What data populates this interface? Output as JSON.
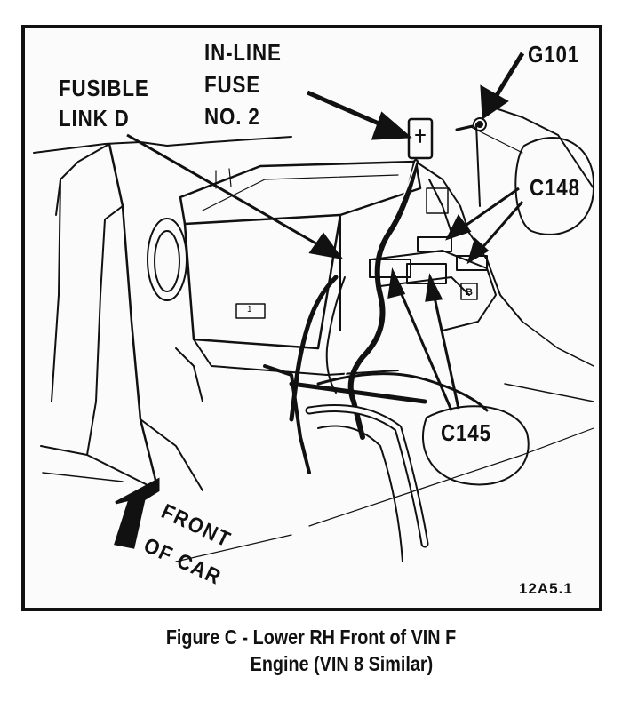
{
  "labels": {
    "fusible_link_line1": "FUSIBLE",
    "fusible_link_line2": "LINK D",
    "inline_fuse_line1": "IN-LINE",
    "inline_fuse_line2": "FUSE",
    "inline_fuse_line3": "NO. 2",
    "g101": "G101",
    "c148": "C148",
    "c145": "C145",
    "front_line1": "FRONT",
    "front_line2": "OF CAR",
    "figure_ref": "12A5.1",
    "terminal_b": "B",
    "battery_tag": "1"
  },
  "caption": {
    "line1": "Figure C - Lower RH Front of VIN F",
    "line2": "Engine (VIN 8 Similar)"
  },
  "colors": {
    "ink": "#111111",
    "paper": "#fbfbfb"
  }
}
